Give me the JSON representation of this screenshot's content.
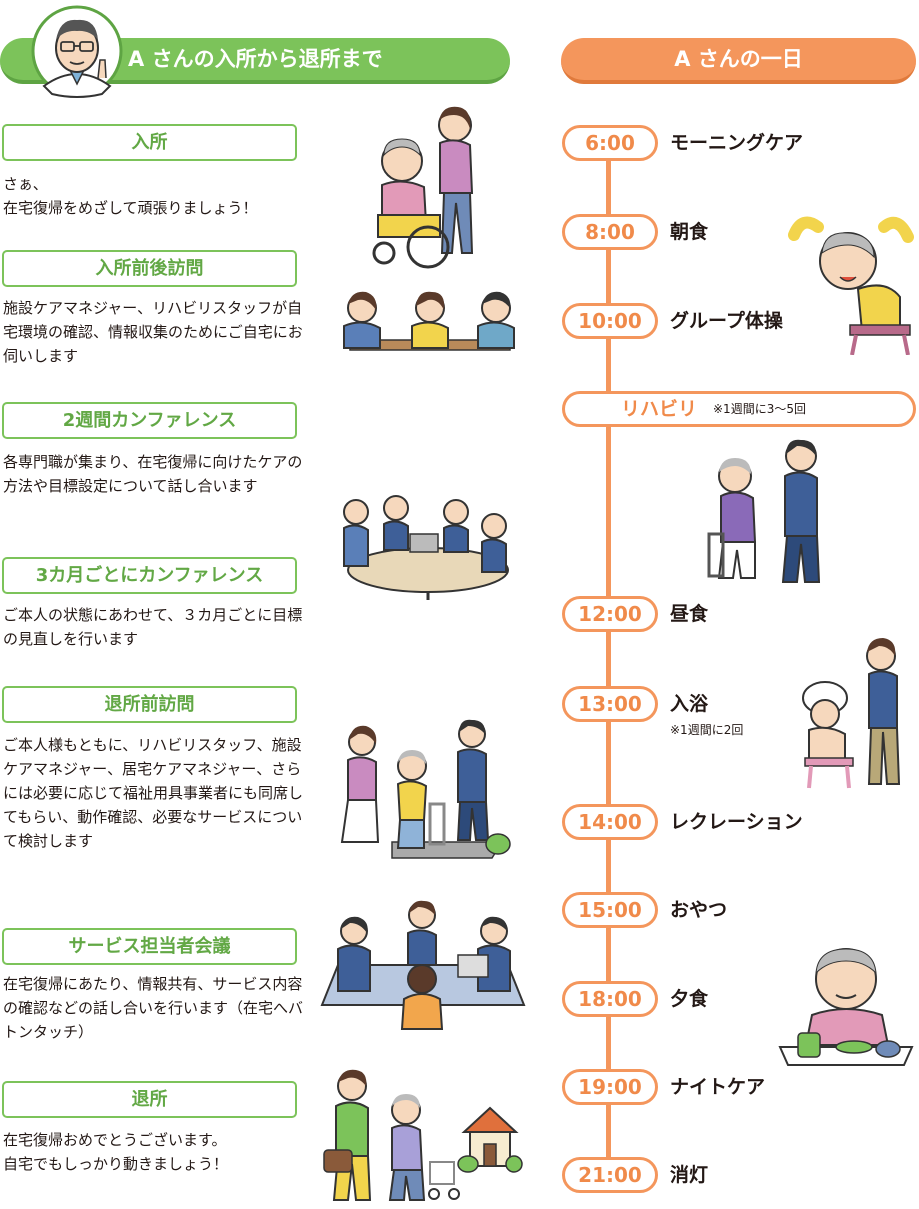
{
  "left": {
    "title": "A さんの入所から退所まで",
    "steps": [
      {
        "label": "入所",
        "desc": "さぁ、\n在宅復帰をめざして頑張りましょう！"
      },
      {
        "label": "入所前後訪問",
        "desc": "施設ケアマネジャー、リハビリスタッフが自宅環境の確認、情報収集のためにご自宅にお伺いします"
      },
      {
        "label": "2週間カンファレンス",
        "desc": "各専門職が集まり、在宅復帰に向けたケアの方法や目標設定について話し合います"
      },
      {
        "label": "3カ月ごとにカンファレンス",
        "desc": "ご本人の状態にあわせて、３カ月ごとに目標の見直しを行います"
      },
      {
        "label": "退所前訪問",
        "desc": "ご本人様もともに、リハビリスタッフ、施設ケアマネジャー、居宅ケアマネジャー、さらには必要に応じて福祉用具事業者にも同席してもらい、動作確認、必要なサービスについて検討します"
      },
      {
        "label": "サービス担当者会議",
        "desc": "在宅復帰にあたり、情報共有、サービス内容の確認などの話し合いを行います（在宅へバトンタッチ）"
      },
      {
        "label": "退所",
        "desc": "在宅復帰おめでとうございます。\n自宅でもしっかり動きましょう！"
      }
    ]
  },
  "right": {
    "title": "A さんの一日",
    "rehab": {
      "label": "リハビリ",
      "note": "※1週間に3〜5回"
    },
    "schedule": [
      {
        "time": "6:00",
        "label": "モーニングケア"
      },
      {
        "time": "8:00",
        "label": "朝食"
      },
      {
        "time": "10:00",
        "label": "グループ体操"
      },
      {
        "time": "12:00",
        "label": "昼食"
      },
      {
        "time": "13:00",
        "label": "入浴",
        "note": "※1週間に2回"
      },
      {
        "time": "14:00",
        "label": "レクレーション"
      },
      {
        "time": "15:00",
        "label": "おやつ"
      },
      {
        "time": "18:00",
        "label": "夕食"
      },
      {
        "time": "19:00",
        "label": "ナイトケア"
      },
      {
        "time": "21:00",
        "label": "消灯"
      }
    ]
  },
  "colors": {
    "green": "#7cc35a",
    "orange": "#f4965c"
  }
}
